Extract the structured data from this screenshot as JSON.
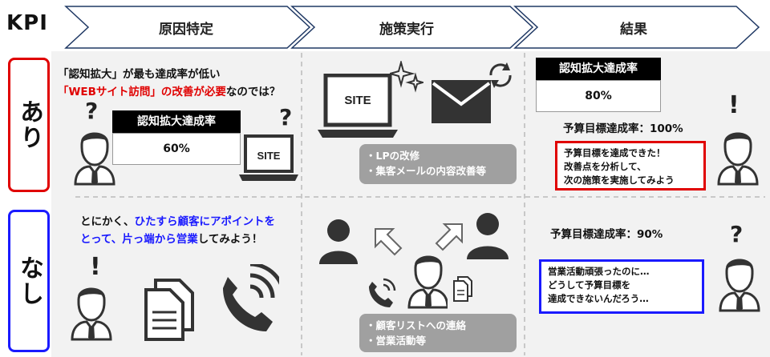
{
  "kpi_label": "KPI",
  "header": {
    "col1": "原因特定",
    "col2": "施策実行",
    "col3": "結果"
  },
  "rows": {
    "with": {
      "label": "あり"
    },
    "without": {
      "label": "なし"
    }
  },
  "cause_with": {
    "line1": "「認知拡大」が最も達成率が低い",
    "line2_red": "「WEBサイト訪問」の改善が必要",
    "line2_rest": "なのでは？",
    "box_title": "認知拡大達成率",
    "box_value": "60%",
    "site_label": "SITE",
    "question_mark": "?"
  },
  "cause_without": {
    "line1_plain": "とにかく、",
    "line1_blue": "ひたすら顧客にアポイントを",
    "line2_blue": "とって、片っ端から営業",
    "line2_rest": "してみよう！",
    "exclaim_mark": "!"
  },
  "action_with": {
    "site_label": "SITE",
    "bullets": [
      "・LPの改修",
      "・集客メールの内容改善等"
    ]
  },
  "action_without": {
    "bullets": [
      "・顧客リストへの連絡",
      "・営業活動等"
    ]
  },
  "result_with": {
    "box_title": "認知拡大達成率",
    "box_value": "80%",
    "rate_text": "予算目標達成率：100%",
    "note_lines": [
      "予算目標を達成できた！",
      "改善点を分析して、",
      "次の施策を実施してみよう"
    ],
    "exclaim_mark": "!"
  },
  "result_without": {
    "rate_text": "予算目標達成率：90%",
    "note_lines": [
      "営業活動頑張ったのに…",
      "どうして予算目標を",
      "達成できないんだろう…"
    ],
    "question_mark": "?"
  },
  "colors": {
    "red": "#e00000",
    "blue": "#1a1aff",
    "gray": "#a0a0a0"
  }
}
